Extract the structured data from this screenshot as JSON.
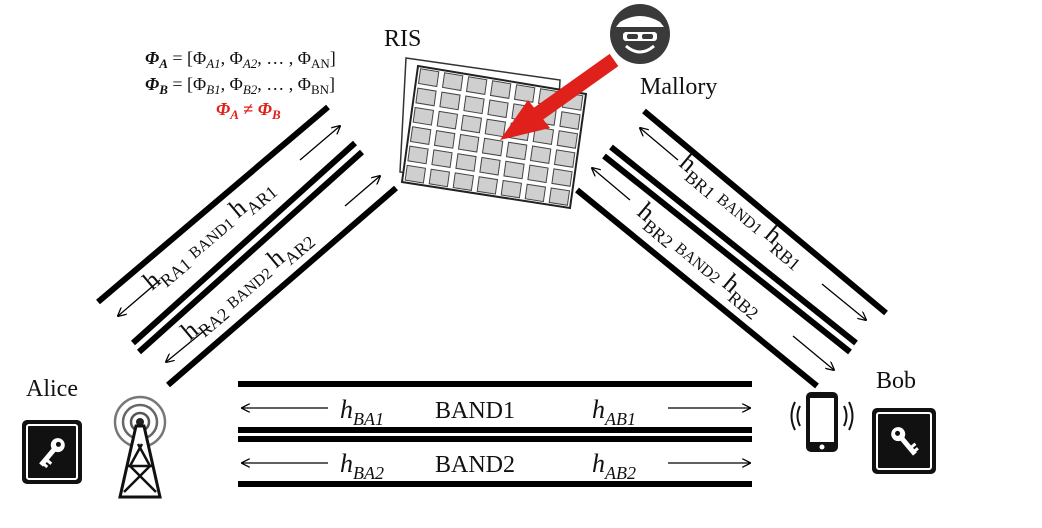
{
  "nodes": {
    "ris": "RIS",
    "mallory": "Mallory",
    "alice": "Alice",
    "bob": "Bob"
  },
  "phase": {
    "a_sym": "Φ",
    "a_sub": "A",
    "a_rhs_open": " = [Φ",
    "a_rhs_s1": "A1",
    "a_rhs_mid1": ", Φ",
    "a_rhs_s2": "A2",
    "a_rhs_mid2": ", … , Φ",
    "a_rhs_s3": "AN",
    "a_rhs_close": "]",
    "b_sym": "Φ",
    "b_sub": "B",
    "b_rhs_open": " = [Φ",
    "b_rhs_s1": "B1",
    "b_rhs_mid1": ", Φ",
    "b_rhs_s2": "B2",
    "b_rhs_mid2": ", … , Φ",
    "b_rhs_s3": "BN",
    "b_rhs_close": "]",
    "ineq_a": "Φ",
    "ineq_a_sub": "A",
    "ineq_neq": " ≠ ",
    "ineq_b": "Φ",
    "ineq_b_sub": "B",
    "ineq_color": "#e0201b"
  },
  "left_links": {
    "band1": {
      "h1": "h",
      "s1": "RA1",
      "band": "BAND1",
      "h2": "h",
      "s2": "AR1"
    },
    "band2": {
      "h1": "h",
      "s1": "RA2",
      "band": "BAND2",
      "h2": "h",
      "s2": "AR2"
    }
  },
  "right_links": {
    "band1": {
      "h1": "h",
      "s1": "BR1",
      "band": "BAND1",
      "h2": "h",
      "s2": "RB1"
    },
    "band2": {
      "h1": "h",
      "s1": "BR2",
      "band": "BAND2",
      "h2": "h",
      "s2": "RB2"
    }
  },
  "direct_links": {
    "band1": {
      "h1": "h",
      "s1": "BA1",
      "band": "BAND1",
      "h2": "h",
      "s2": "AB1"
    },
    "band2": {
      "h1": "h",
      "s1": "BA2",
      "band": "BAND2",
      "h2": "h",
      "s2": "AB2"
    }
  },
  "icons": [
    "key-icon",
    "cell-tower-icon",
    "smartphone-icon",
    "spy-icon",
    "ris-panel-icon"
  ],
  "colors": {
    "attack_arrow": "#e0201b",
    "line": "#000000"
  }
}
